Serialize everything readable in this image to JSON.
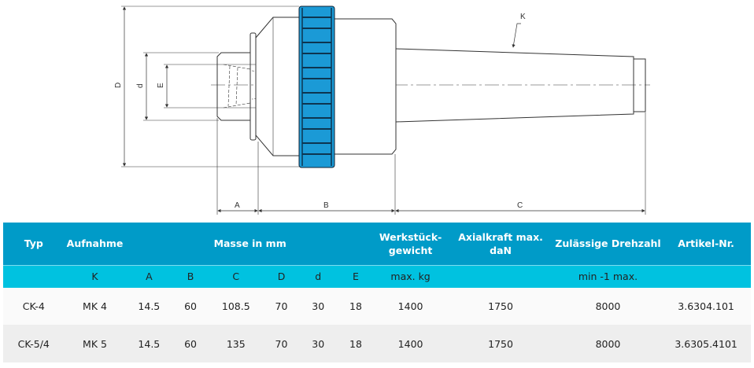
{
  "drawing": {
    "labels": {
      "D": "D",
      "d": "d",
      "E": "E",
      "A": "A",
      "B": "B",
      "C": "C",
      "K": "K"
    },
    "ring_color": "#1b9ad6"
  },
  "table": {
    "header": {
      "typ": "Typ",
      "aufnahme": "Aufnahme",
      "masse": "Masse in mm",
      "werkstueck": "Werkstück-gewicht",
      "axialkraft": "Axialkraft max. daN",
      "drehzahl": "Zulässige Drehzahl",
      "artikel": "Artikel-Nr."
    },
    "subheader": [
      "",
      "K",
      "A",
      "B",
      "C",
      "D",
      "d",
      "E",
      "max. kg",
      "",
      "min -1 max.",
      ""
    ],
    "rows": [
      [
        "CK-4",
        "MK 4",
        "14.5",
        "60",
        "108.5",
        "70",
        "30",
        "18",
        "1400",
        "1750",
        "8000",
        "3.6304.101"
      ],
      [
        "CK-5/4",
        "MK 5",
        "14.5",
        "60",
        "135",
        "70",
        "30",
        "18",
        "1400",
        "1750",
        "8000",
        "3.6305.4101"
      ]
    ]
  }
}
